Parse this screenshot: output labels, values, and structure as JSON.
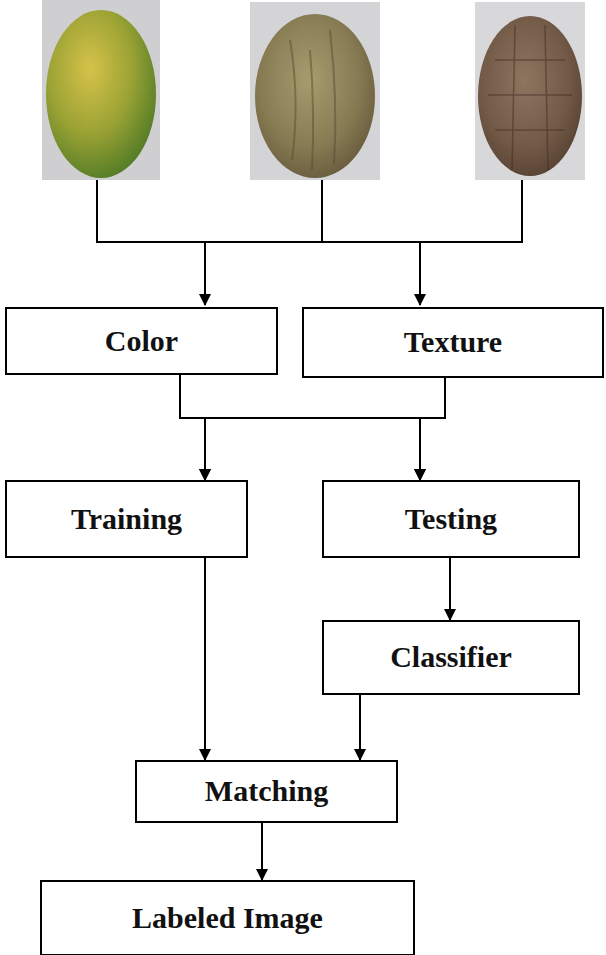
{
  "diagram": {
    "nodes": [
      {
        "text": [
          "Color"
        ]
      },
      {
        "text": [
          "Texture"
        ]
      },
      {
        "text": [
          "Training"
        ]
      },
      {
        "text": [
          "Testing"
        ]
      },
      {
        "text": [
          "Classifier"
        ]
      },
      {
        "text": [
          "Matching"
        ]
      },
      {
        "text": [
          "Labeled Image"
        ]
      }
    ],
    "edges": [
      {
        "from": 0,
        "to": 2,
        "arrow": "to"
      },
      {
        "from": 0,
        "to": 3,
        "arrow": "to"
      },
      {
        "from": 1,
        "to": 2,
        "arrow": "to"
      },
      {
        "from": 1,
        "to": 3,
        "arrow": "to"
      },
      {
        "from": 3,
        "to": 4,
        "arrow": "to"
      },
      {
        "from": 2,
        "to": 5,
        "arrow": "to"
      },
      {
        "from": 4,
        "to": 5,
        "arrow": "to"
      },
      {
        "from": 5,
        "to": 6,
        "arrow": "to"
      }
    ]
  }
}
